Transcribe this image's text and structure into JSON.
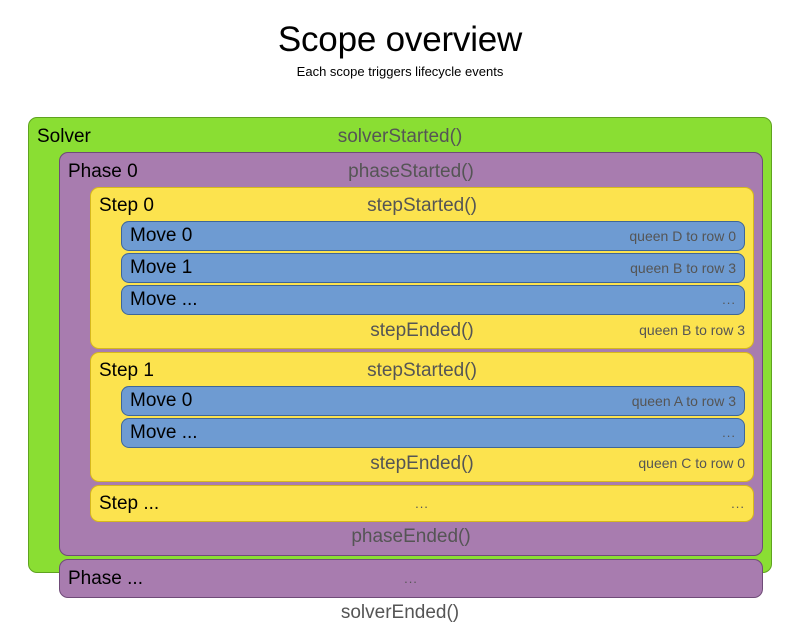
{
  "header": {
    "title": "Scope overview",
    "subtitle": "Each scope triggers lifecycle events"
  },
  "colors": {
    "solver": "#8ADE33",
    "solver_border": "#5FA31F",
    "phase": "#A87CAF",
    "phase_border": "#6F4B78",
    "step": "#FCE34E",
    "step_border": "#D6B81C",
    "move": "#6E9BD2",
    "move_border": "#3E6699",
    "event_text": "#555555",
    "label_text": "#000000"
  },
  "solver": {
    "label": "Solver",
    "started_event": "solverStarted()",
    "ended_event": "solverEnded()",
    "phases": [
      {
        "label": "Phase 0",
        "started_event": "phaseStarted()",
        "ended_event": "phaseEnded()",
        "steps": [
          {
            "label": "Step 0",
            "started_event": "stepStarted()",
            "ended_event": "stepEnded()",
            "ended_detail": "queen B to row 3",
            "moves": [
              {
                "label": "Move 0",
                "detail": "queen D to row 0"
              },
              {
                "label": "Move 1",
                "detail": "queen B to row 3"
              },
              {
                "label": "Move ...",
                "detail": "..."
              }
            ]
          },
          {
            "label": "Step 1",
            "started_event": "stepStarted()",
            "ended_event": "stepEnded()",
            "ended_detail": "queen C to row 0",
            "moves": [
              {
                "label": "Move 0",
                "detail": "queen A to row 3"
              },
              {
                "label": "Move ...",
                "detail": "..."
              }
            ]
          }
        ],
        "trailing_step": {
          "label": "Step ...",
          "event": "...",
          "detail": "..."
        }
      }
    ],
    "trailing_phase": {
      "label": "Phase ...",
      "event": "...",
      "detail": ""
    }
  }
}
